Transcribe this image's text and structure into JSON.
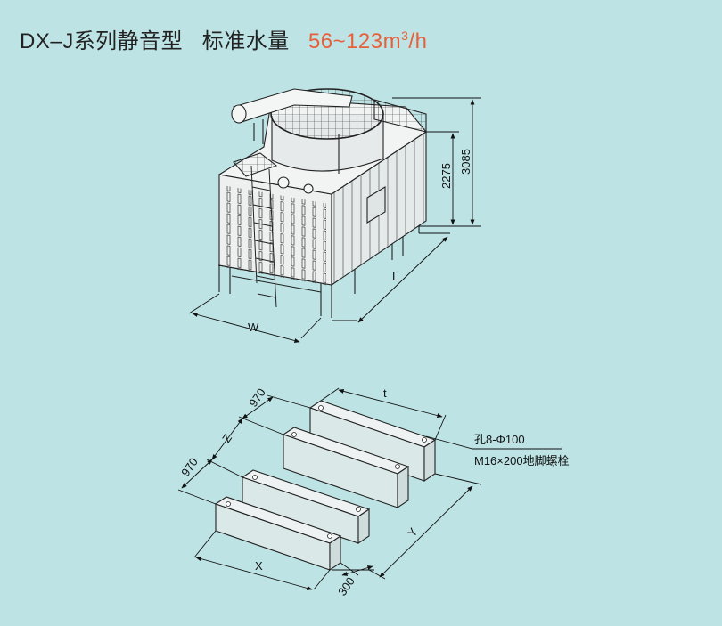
{
  "title": {
    "series": "DX–J系列静音型",
    "category": "标准水量",
    "flow_value": "56~123m",
    "flow_sup": "3",
    "flow_unit": "/h"
  },
  "tower_dimensions": {
    "height_total": "3085",
    "height_body": "2275",
    "width": "W",
    "length": "L"
  },
  "foundation_dimensions": {
    "spacing_1": "970",
    "spacing_2": "970",
    "z": "Z",
    "t": "t",
    "x": "X",
    "y": "Y",
    "margin": "300"
  },
  "foundation_note": {
    "hole": "孔8-Φ100",
    "bolt": "M16×200地脚螺栓"
  },
  "colors": {
    "background": "#bde3e5",
    "accent": "#e8603a",
    "line": "#222222"
  }
}
